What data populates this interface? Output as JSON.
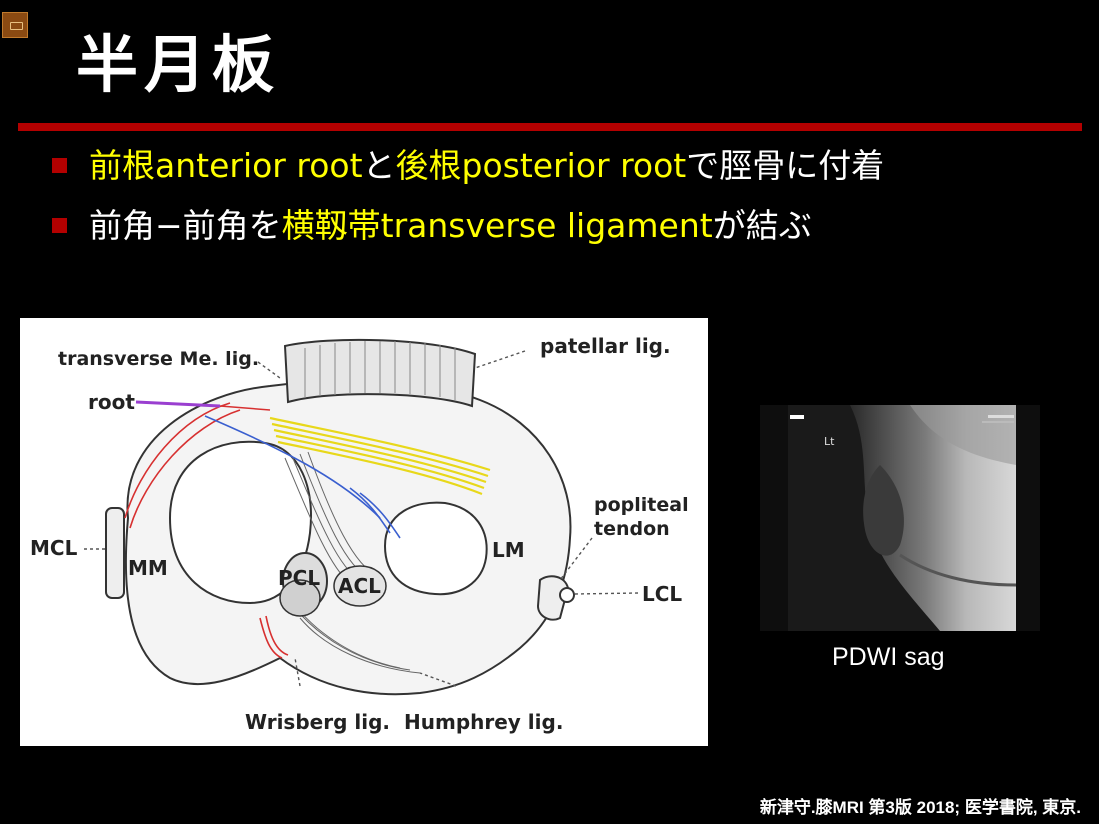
{
  "slide": {
    "title": "半月板",
    "bullets": [
      {
        "seg1": "前根anterior root",
        "seg2": "と",
        "seg3": "後根posterior root",
        "seg4": "で脛骨に付着"
      },
      {
        "seg1": "前角−前角を",
        "seg2": "横靱帯transverse ligament",
        "seg3": "が結ぶ"
      }
    ],
    "colors": {
      "accent_red": "#b30000",
      "highlight_yellow": "#ffff00",
      "background": "#000000"
    }
  },
  "figure": {
    "labels": {
      "transverse": "transverse Me. lig.",
      "root": "root",
      "patellar": "patellar lig.",
      "popliteal_1": "popliteal",
      "popliteal_2": "tendon",
      "mcl": "MCL",
      "mm": "MM",
      "lm": "LM",
      "pcl": "PCL",
      "acl": "ACL",
      "lcl": "LCL",
      "wrisberg": "Wrisberg lig.",
      "humphrey": "Humphrey lig."
    }
  },
  "mri": {
    "side_marker": "Lt",
    "caption": "PDWI sag"
  },
  "citation": "新津守.膝MRI 第3版 2018; 医学書院, 東京."
}
